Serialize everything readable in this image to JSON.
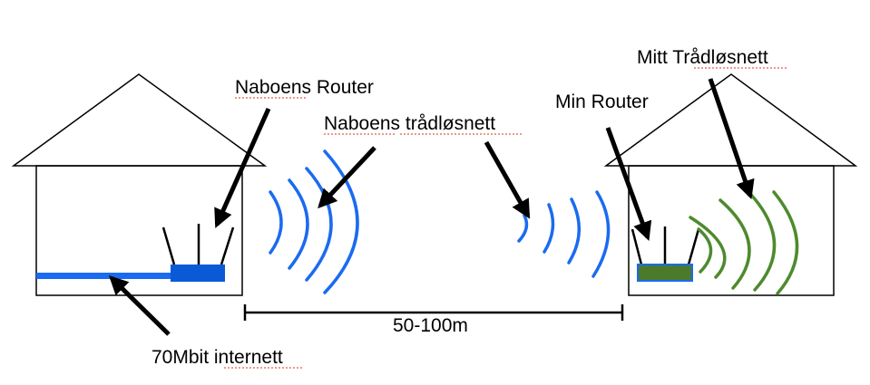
{
  "labels": {
    "neighbor_router": "Naboens Router",
    "neighbor_wifi": "Naboens trådløsnett",
    "my_router": "Min Router",
    "my_wifi": "Mitt Trådløsnett",
    "distance": "50-100m",
    "internet": "70Mbit internett"
  },
  "colors": {
    "neighbor_signal": "#1a6bf0",
    "neighbor_router_fill": "#0a5ad8",
    "my_signal": "#4e8a2e",
    "my_router_fill": "#4a7a2a",
    "my_router_border": "#1a6bf0",
    "outline": "#000000"
  },
  "spellcheck_underlined": [
    "Naboens",
    "trådløsnett",
    "Trådløsnett",
    "internett"
  ]
}
